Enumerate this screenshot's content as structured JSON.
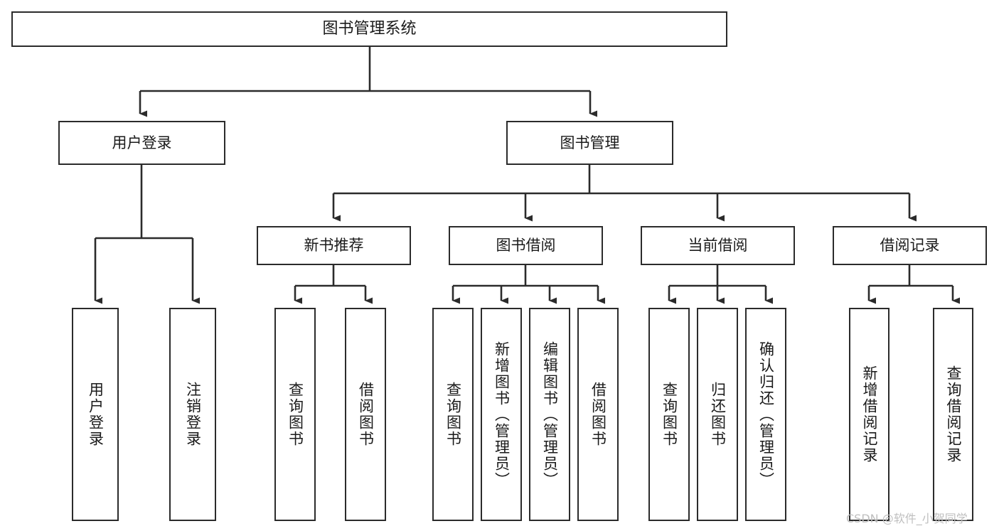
{
  "diagram": {
    "title": "图书管理系统",
    "root": {
      "label": "图书管理系统"
    },
    "level1": [
      {
        "label": "用户登录"
      },
      {
        "label": "图书管理"
      }
    ],
    "level2": [
      {
        "label": "新书推荐"
      },
      {
        "label": "图书借阅"
      },
      {
        "label": "当前借阅"
      },
      {
        "label": "借阅记录"
      }
    ],
    "leaves": {
      "user_login": [
        {
          "label": "用户登录"
        },
        {
          "label": "注销登录"
        }
      ],
      "new_book_recommend": [
        {
          "label": "查询图书"
        },
        {
          "label": "借阅图书"
        }
      ],
      "book_borrow": [
        {
          "label": "查询图书"
        },
        {
          "label": "新增图书（管理员）"
        },
        {
          "label": "编辑图书（管理员）"
        },
        {
          "label": "借阅图书"
        }
      ],
      "current_borrow": [
        {
          "label": "查询图书"
        },
        {
          "label": "归还图书"
        },
        {
          "label": "确认归还（管理员）"
        }
      ],
      "borrow_record": [
        {
          "label": "新增借阅记录"
        },
        {
          "label": "查询借阅记录"
        }
      ]
    },
    "watermark": "CSDN @软件_小贺同学",
    "colors": {
      "line": "#2b2b2b",
      "box_border": "#2b2b2b",
      "box_fill": "#ffffff",
      "text": "#1a1a1a",
      "watermark": "#bfbfbf"
    }
  }
}
